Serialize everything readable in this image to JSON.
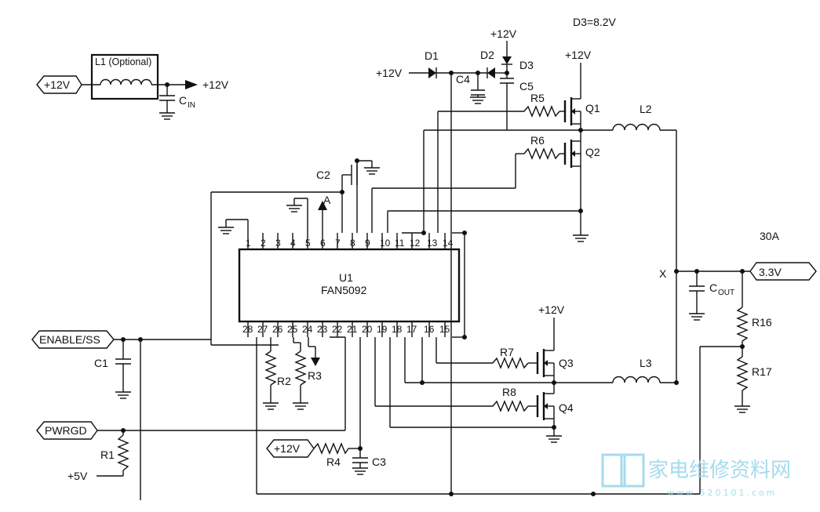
{
  "components": {
    "l1": "L1 (Optional)",
    "cin_main": "C",
    "cin_sub": "IN",
    "d1": "D1",
    "d2": "D2",
    "d3": "D3",
    "d3_note": "D3=8.2V",
    "c4": "C4",
    "c5": "C5",
    "r5": "R5",
    "r6": "R6",
    "q1": "Q1",
    "q2": "Q2",
    "l2": "L2",
    "c2": "C2",
    "a": "A",
    "u1_ref": "U1",
    "u1_part": "FAN5092",
    "c1": "C1",
    "r1": "R1",
    "r2": "R2",
    "r3": "R3",
    "r4": "R4",
    "c3": "C3",
    "r7": "R7",
    "r8": "R8",
    "q3": "Q3",
    "q4": "Q4",
    "l3": "L3",
    "x": "X",
    "current": "30A",
    "cout_main": "C",
    "cout_sub": "OUT",
    "r16": "R16",
    "r17": "R17"
  },
  "supplies": {
    "p12": "+12V",
    "p5": "+5V"
  },
  "ports": {
    "in12": "+12V",
    "enable": "ENABLE/SS",
    "pwrgd": "PWRGD",
    "r4_supply": "+12V",
    "out": "3.3V"
  },
  "pins_top": [
    "1",
    "2",
    "3",
    "4",
    "5",
    "6",
    "7",
    "8",
    "9",
    "10",
    "11",
    "12",
    "13",
    "14"
  ],
  "pins_bottom": [
    "28",
    "27",
    "26",
    "25",
    "24",
    "23",
    "22",
    "21",
    "20",
    "19",
    "18",
    "17",
    "16",
    "15"
  ],
  "watermark": {
    "text": "家电维修资料网",
    "url": "www.520101.com",
    "color": "#8fd3ea"
  }
}
